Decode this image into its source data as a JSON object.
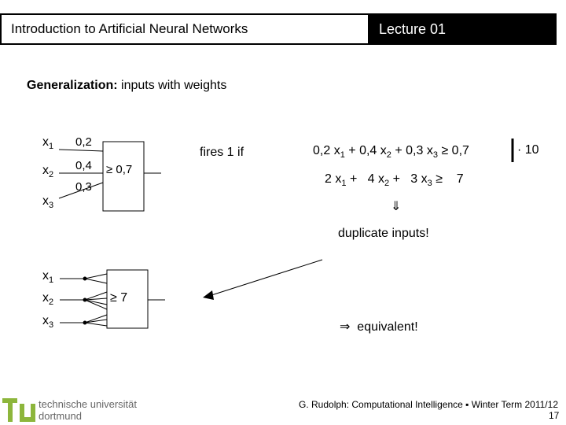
{
  "header": {
    "title": "Introduction to Artificial Neural Networks",
    "lecture": "Lecture 01"
  },
  "slide": {
    "subtitle_bold": "Generalization:",
    "subtitle_rest": " inputs with weights",
    "neuron1": {
      "inputs": [
        "x",
        "x",
        "x"
      ],
      "input_subs": [
        "1",
        "2",
        "3"
      ],
      "weights": [
        "0,2",
        "0,4",
        "0,3"
      ],
      "threshold": "≥ 0,7"
    },
    "fires_label": "fires 1 if",
    "eq1": {
      "c1": "0,2",
      "v1": "x",
      "s1": "1",
      "plus1": "+",
      "c2": "0,4",
      "v2": "x",
      "s2": "2",
      "plus2": "+",
      "c3": "0,3",
      "v3": "x",
      "s3": "3",
      "rel": "≥",
      "rhs": "0,7"
    },
    "multiplier": "· 10",
    "eq2": {
      "c1": "2",
      "v1": "x",
      "s1": "1",
      "plus1": "+",
      "c2": "4",
      "v2": "x",
      "s2": "2",
      "plus2": "+",
      "c3": "3",
      "v3": "x",
      "s3": "3",
      "rel": "≥",
      "rhs": "7"
    },
    "implies_down": "⇓",
    "duplicate_label": "duplicate inputs!",
    "neuron2": {
      "inputs": [
        "x",
        "x",
        "x"
      ],
      "input_subs": [
        "1",
        "2",
        "3"
      ],
      "threshold": "≥ 7"
    },
    "implies_right": "⇒",
    "equivalent_label": "equivalent!"
  },
  "footer": {
    "logo_line1": "technische universität",
    "logo_line2": "dortmund",
    "credit": "G. Rudolph: Computational Intelligence ▪ Winter Term 2011/12",
    "page": "17"
  }
}
